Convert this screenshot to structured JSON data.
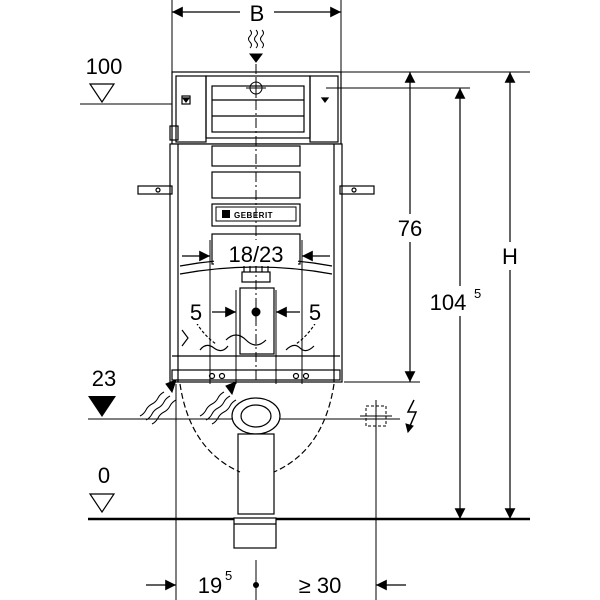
{
  "dimensions": {
    "width_label": "B",
    "height_label": "H",
    "dim_76": "76",
    "dim_104_main": "104",
    "dim_104_sup": "5",
    "dim_18_23": "18/23",
    "dim_5_left": "5",
    "dim_5_right": "5",
    "dim_19_main": "19",
    "dim_19_sup": "5",
    "dim_ge_30": "≥ 30"
  },
  "levels": {
    "level_100": "100",
    "level_23": "23",
    "level_0": "0"
  },
  "brand": {
    "name": "GEBERIT"
  }
}
